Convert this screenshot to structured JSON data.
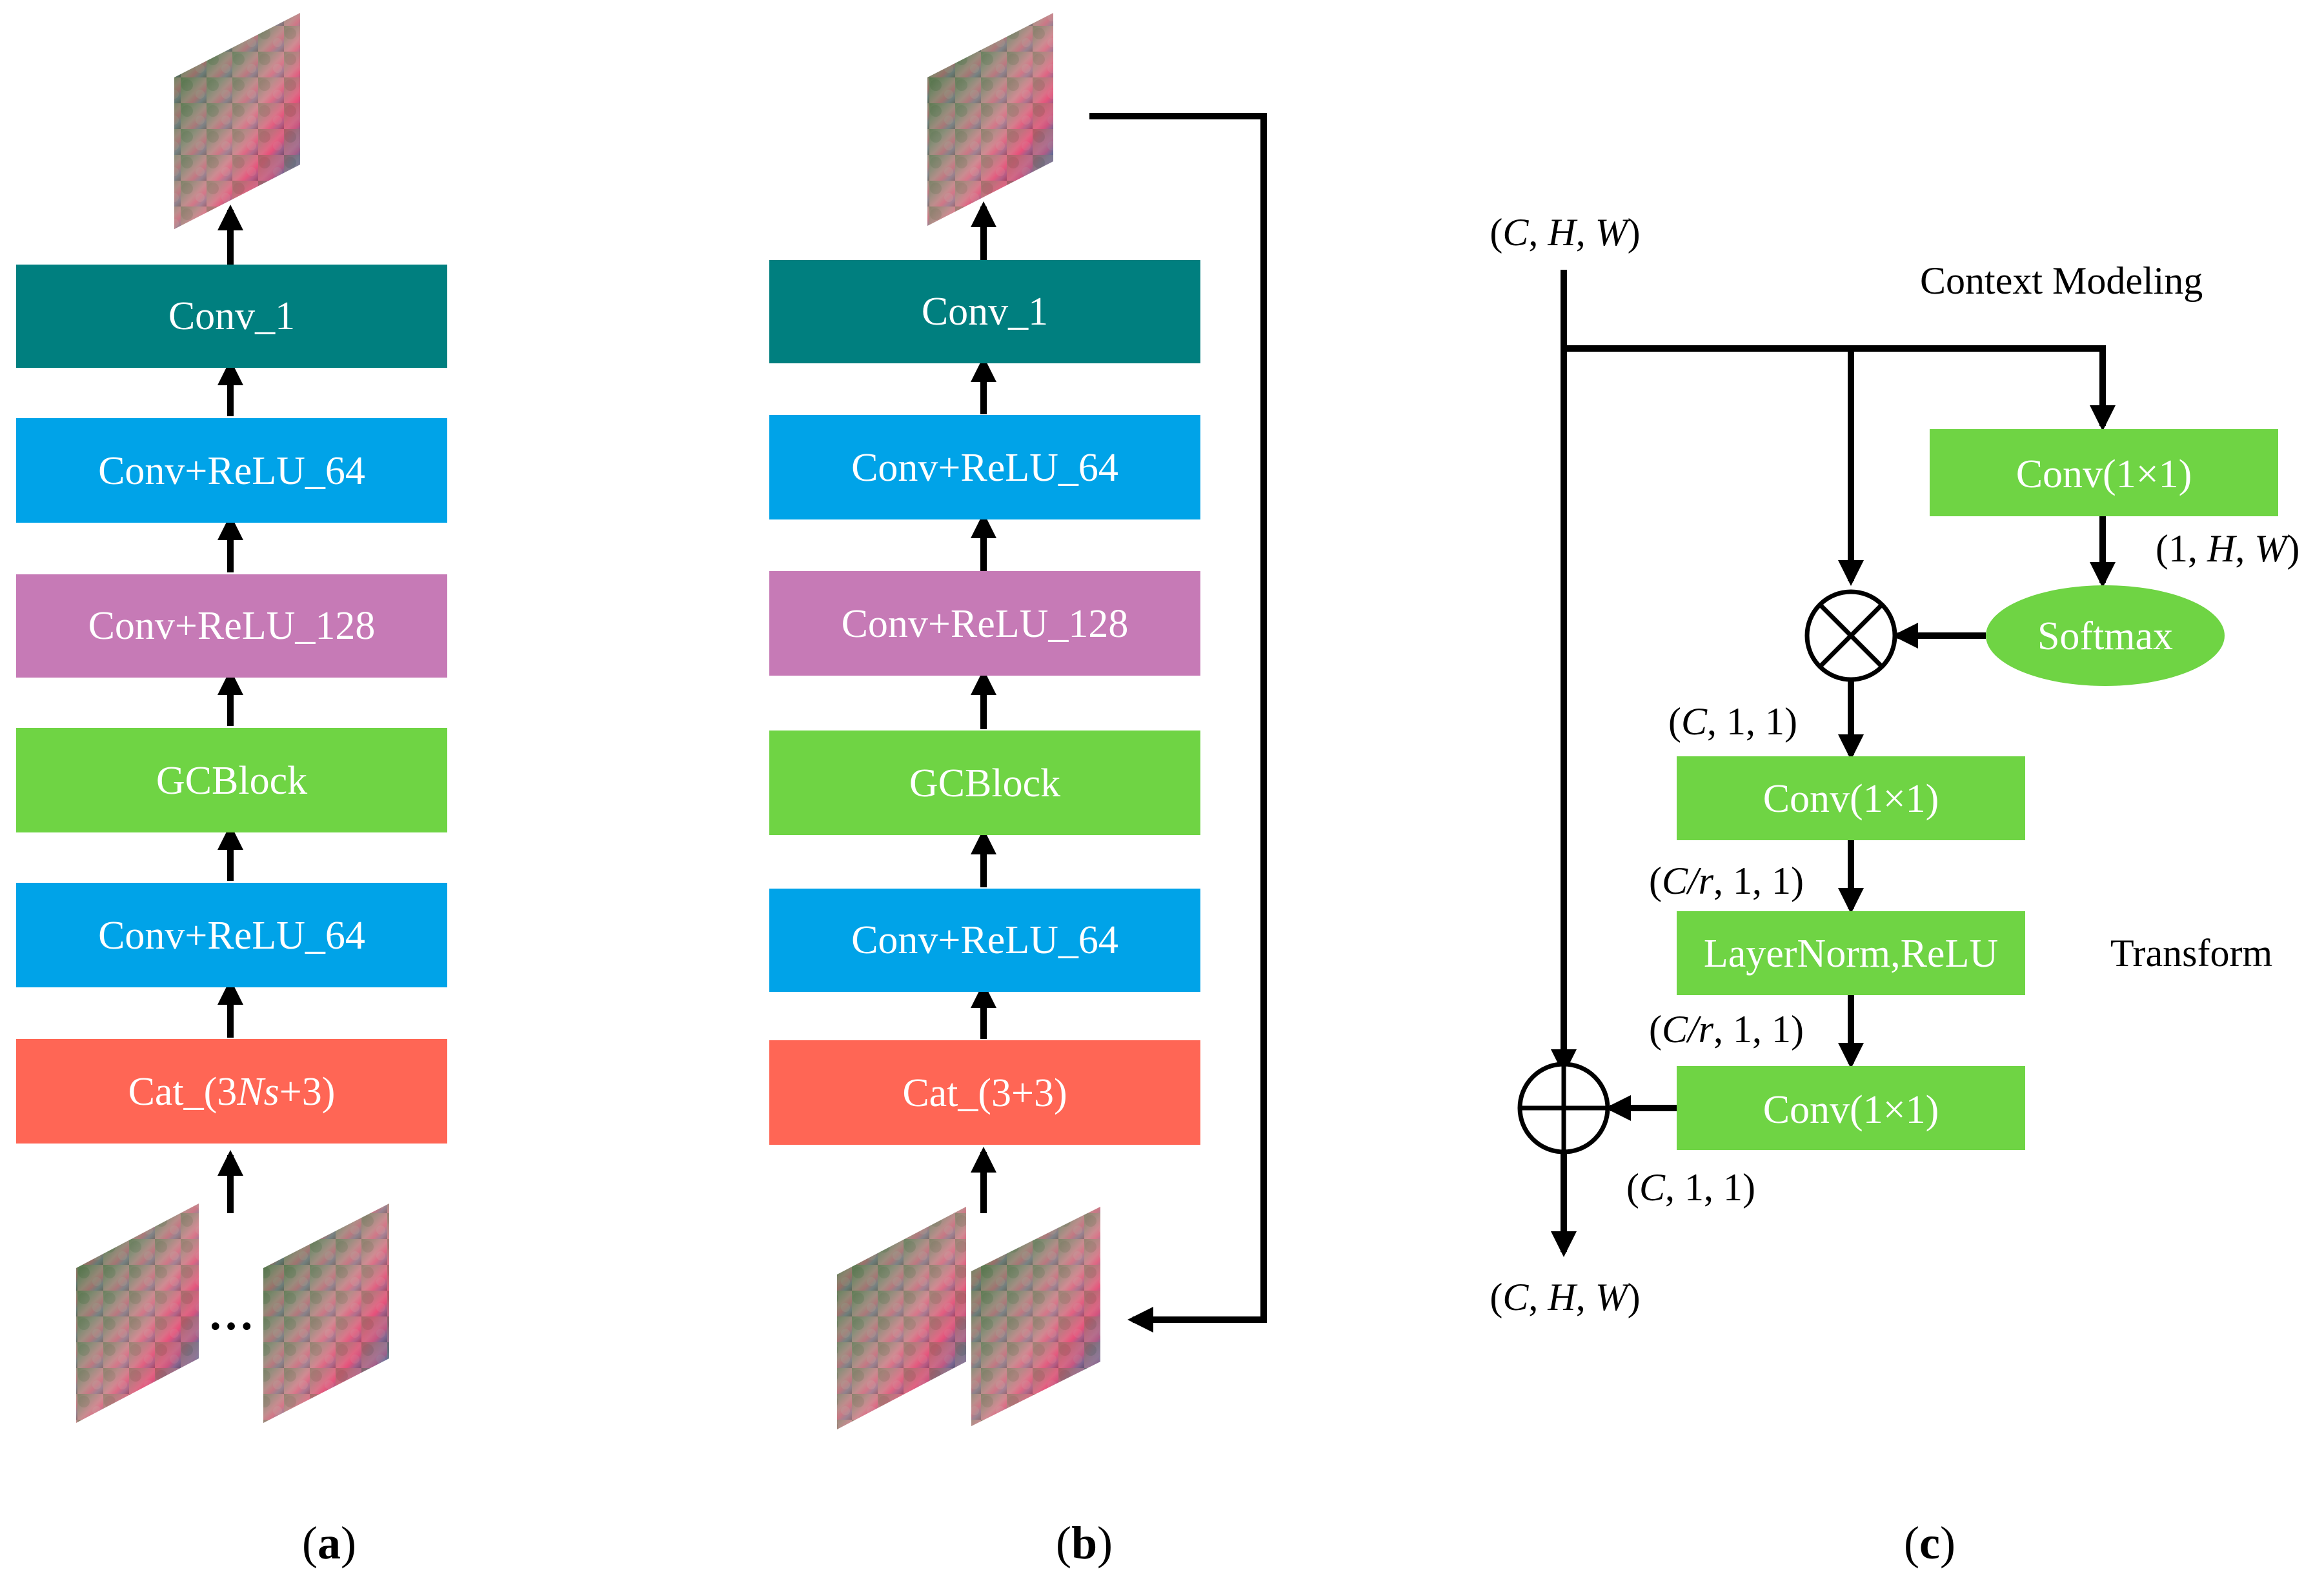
{
  "colors": {
    "teal": "#007f7f",
    "blue": "#00a3e8",
    "purple": "#c67ab6",
    "green": "#6fd444",
    "red": "#ff6655",
    "line": "#000000"
  },
  "panel_a": {
    "conv1": "Conv_1",
    "conv_relu_64_top": "Conv+ReLU_64",
    "conv_relu_128": "Conv+ReLU_128",
    "gcblock": "GCBlock",
    "conv_relu_64_bottom": "Conv+ReLU_64",
    "cat_prefix": "Cat_(3",
    "cat_italic": "Ns",
    "cat_suffix": "+3)",
    "ellipsis": "…",
    "caption_open": "(",
    "caption_letter": "a",
    "caption_close": ")"
  },
  "panel_b": {
    "conv1": "Conv_1",
    "conv_relu_64_top": "Conv+ReLU_64",
    "conv_relu_128": "Conv+ReLU_128",
    "gcblock": "GCBlock",
    "conv_relu_64_bottom": "Conv+ReLU_64",
    "cat": "Cat_(3+3)",
    "caption_open": "(",
    "caption_letter": "b",
    "caption_close": ")"
  },
  "panel_c": {
    "context_modeling": "Context Modeling",
    "transform": "Transform",
    "conv_a": "Conv(1×1)",
    "softmax": "Softmax",
    "conv_b": "Conv(1×1)",
    "layernorm": "LayerNorm,ReLU",
    "conv_c": "Conv(1×1)",
    "dim_in": {
      "open": "(",
      "c": "C",
      "h": "H",
      "w": "W",
      "close": ")"
    },
    "dim_1hw": {
      "open": "(1, ",
      "h": "H",
      "w": "W",
      "close": ")"
    },
    "dim_c11_a": {
      "open": "(",
      "c": "C",
      "rest": ", 1, 1)"
    },
    "dim_cr11_a": {
      "open": "(",
      "c": "C/r",
      "rest": ", 1, 1)"
    },
    "dim_cr11_b": {
      "open": "(",
      "c": "C/r",
      "rest": ", 1, 1)"
    },
    "dim_c11_b": {
      "open": "(",
      "c": "C",
      "rest": ", 1, 1)"
    },
    "dim_out": {
      "open": "(",
      "c": "C",
      "h": "H",
      "w": "W",
      "close": ")"
    },
    "caption_open": "(",
    "caption_letter": "c",
    "caption_close": ")"
  }
}
